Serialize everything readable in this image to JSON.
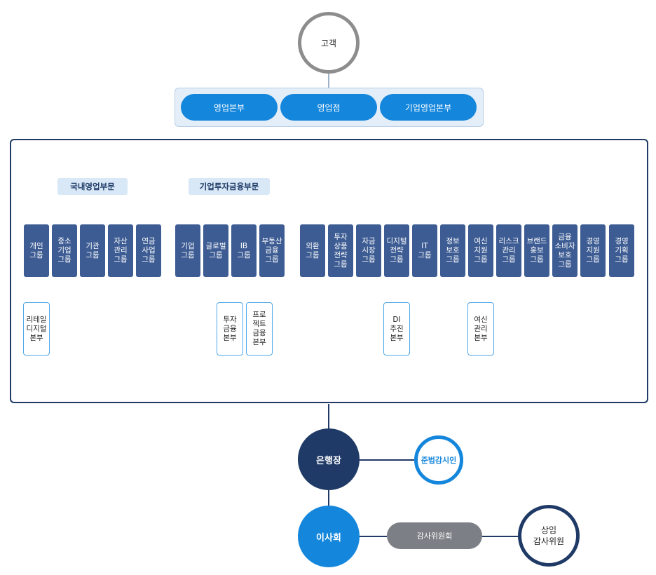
{
  "customer": "고객",
  "sales_units": [
    "영업본부",
    "영업점",
    "기업영업본부"
  ],
  "divisions": {
    "domestic": {
      "label": "국내영업부문",
      "groups": [
        "개인\n그룹",
        "중소\n기업\n그룹",
        "기관\n그룹",
        "자산\n관리\n그룹",
        "연금\n사업\n그룹"
      ]
    },
    "corporate_investment": {
      "label": "기업투자금융부문",
      "groups": [
        "기업\n그룹",
        "글로벌\n그룹",
        "IB\n그룹",
        "부동산\n금융\n그룹"
      ]
    },
    "support": {
      "groups": [
        "외환\n그룹",
        "투자\n상품\n전략\n그룹",
        "자금\n시장\n그룹",
        "디지털\n전략\n그룹",
        "IT\n그룹",
        "정보\n보호\n그룹",
        "여신\n지원\n그룹",
        "리스크\n관리\n그룹",
        "브랜드\n홍보\n그룹",
        "금융\n소비자\n보호\n그룹",
        "경영\n지원\n그룹",
        "경영\n기획\n그룹"
      ]
    }
  },
  "sub_units": {
    "retail_digital": "리테일\n디지털\n본부",
    "investment_finance": "투자\n금융\n본부",
    "project_finance": "프로\n젝트\n금융\n본부",
    "di_promotion": "DI\n추진\n본부",
    "credit_management": "여신\n관리\n본부"
  },
  "ceo": "은행장",
  "compliance_officer": "준법감시인",
  "board": "이사회",
  "audit_committee": "감사위원회",
  "standing_auditor": "상임\n감사위원"
}
